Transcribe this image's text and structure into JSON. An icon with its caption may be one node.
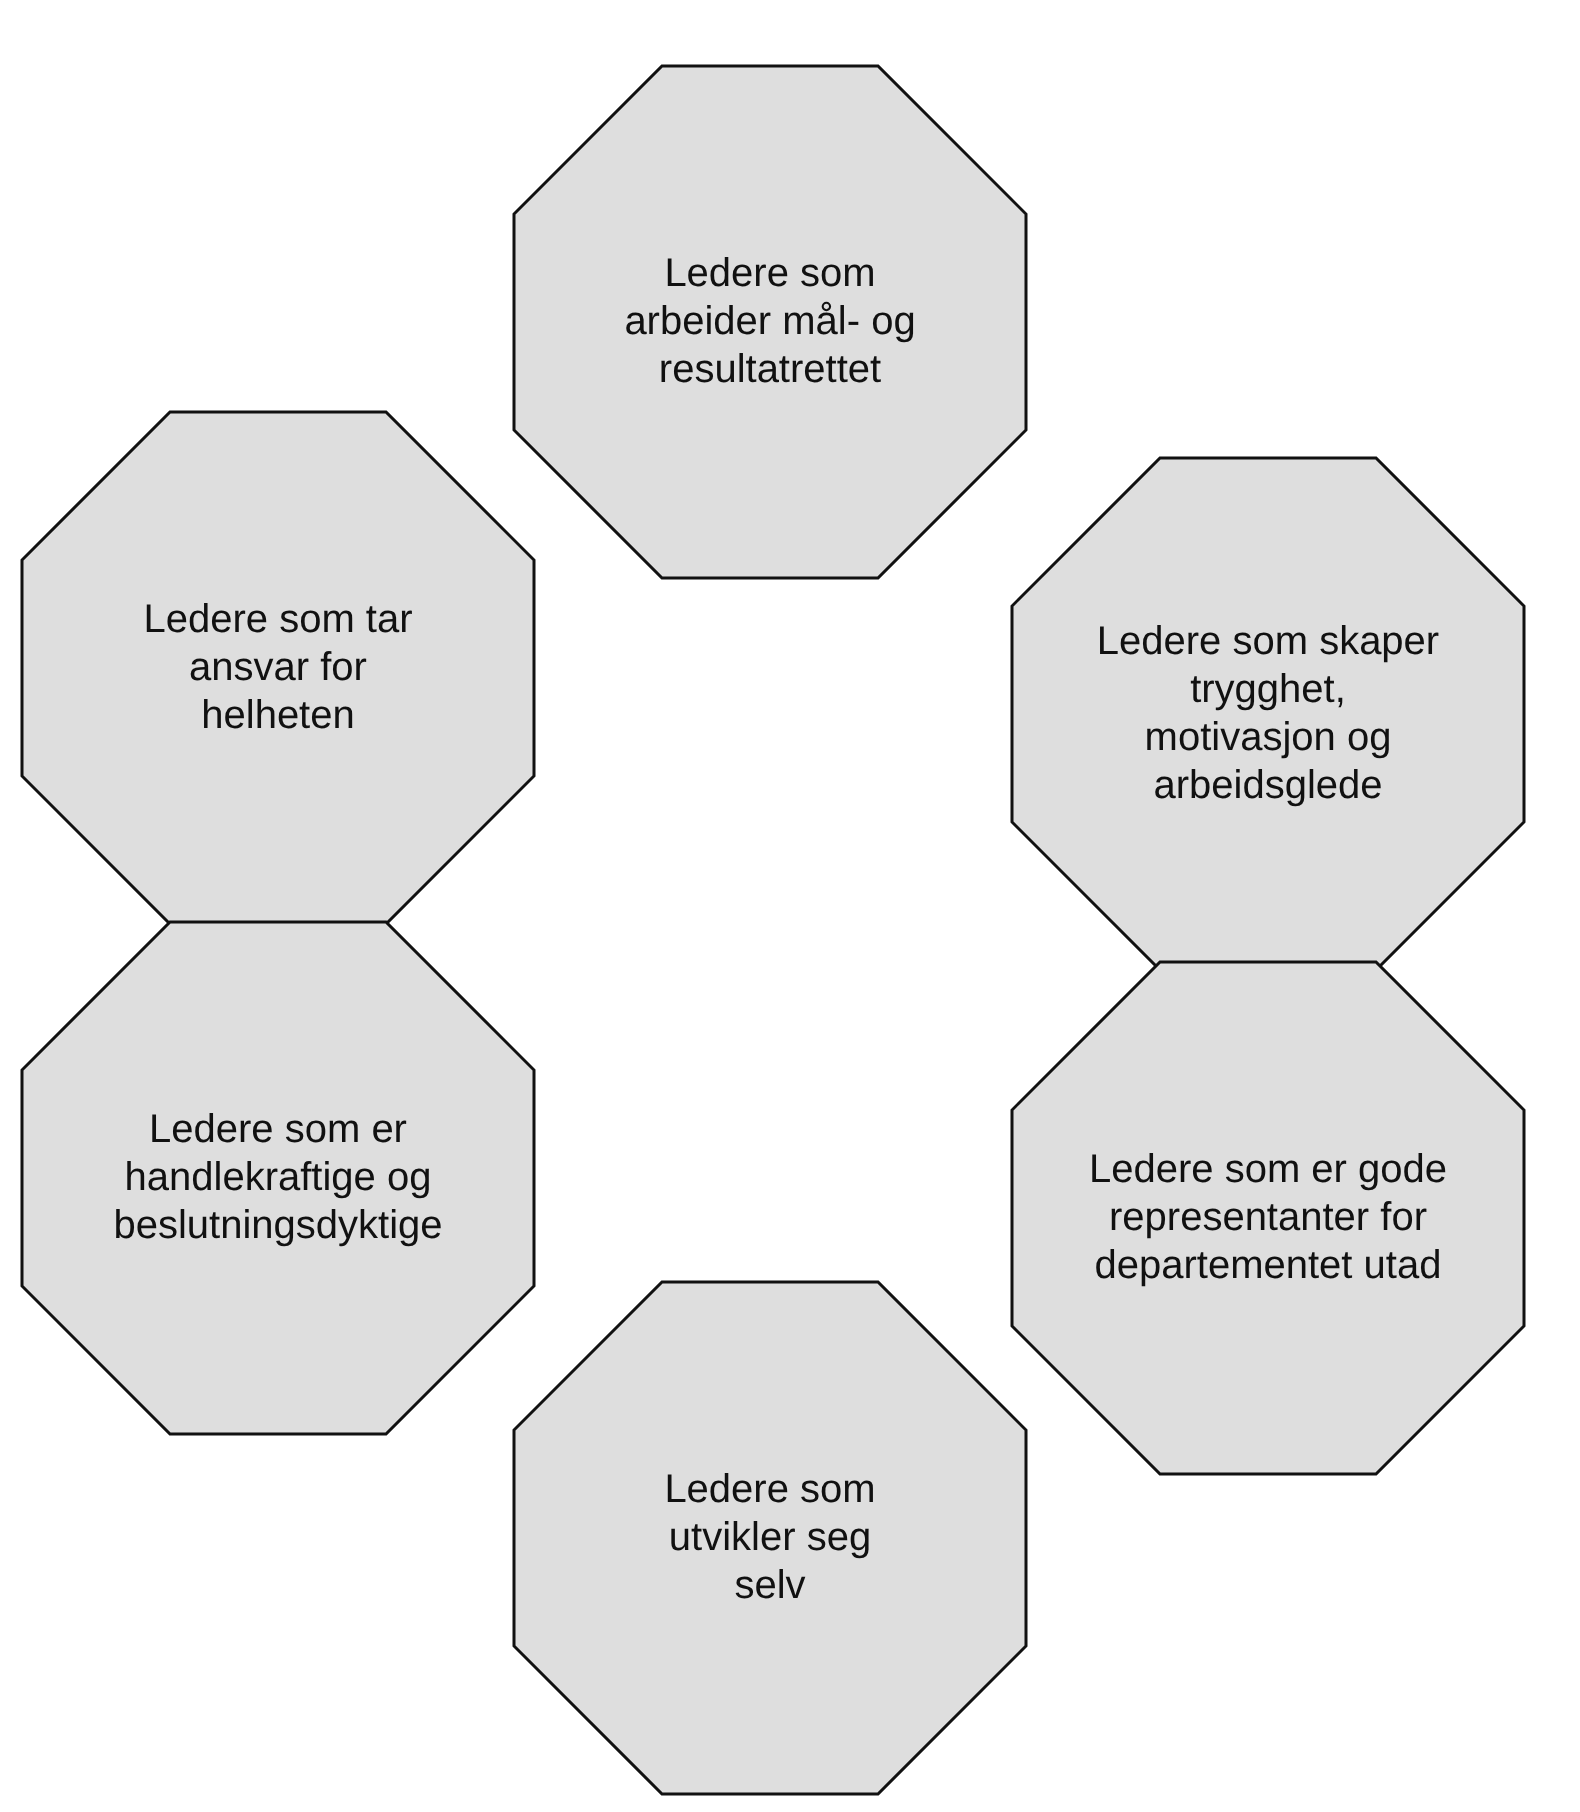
{
  "diagram": {
    "nodes": [
      {
        "text": [
          "Ledere som arbeider mål- og resultatrettet"
        ]
      },
      {
        "text": [
          "Ledere som tar ansvar for helheten"
        ]
      },
      {
        "text": [
          "Ledere som skaper trygghet, motivasjon og arbeidsglede"
        ]
      },
      {
        "text": [
          "Ledere som er handlekraftige og beslutningsdyktige"
        ]
      },
      {
        "text": [
          "Ledere som er gode representanter for departementet utad"
        ]
      },
      {
        "text": [
          "Ledere som utvikler seg selv"
        ]
      }
    ]
  }
}
